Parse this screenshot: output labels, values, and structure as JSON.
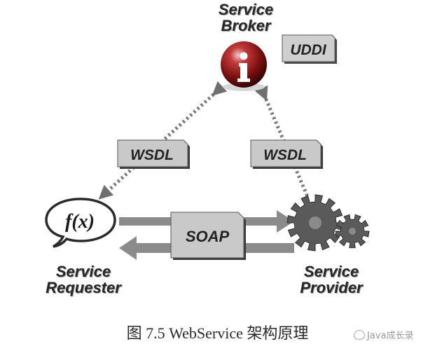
{
  "nodes": {
    "broker": {
      "line1": "Service",
      "line2": "Broker"
    },
    "requester": {
      "line1": "Service",
      "line2": "Requester"
    },
    "provider": {
      "line1": "Service",
      "line2": "Provider"
    }
  },
  "docs": {
    "uddi": "UDDI",
    "wsdl_left": "WSDL",
    "wsdl_right": "WSDL",
    "soap": "SOAP"
  },
  "icons": {
    "broker": "info-sphere-icon",
    "requester": "function-bubble-icon",
    "provider": "gears-icon"
  },
  "function_label": "f(x)",
  "info_glyph": "i",
  "caption": "图 7.5    WebService 架构原理",
  "watermark": "Java成长录",
  "colors": {
    "sphere": "#8a1212",
    "doc_fill": "#c9c9c9",
    "arrow": "#777777"
  }
}
